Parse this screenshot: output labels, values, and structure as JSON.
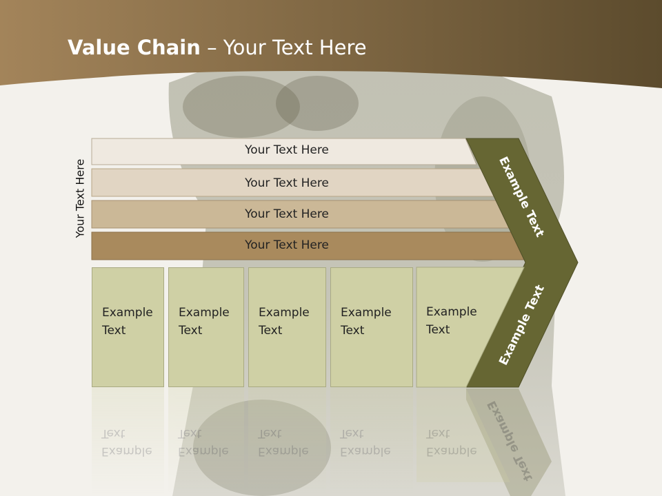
{
  "title": {
    "bold": "Value Chain",
    "rest": " – Your Text Here"
  },
  "side_label": "Your Text Here",
  "bars": [
    {
      "label": "Your Text Here",
      "color": "#efe9e0"
    },
    {
      "label": "Your Text Here",
      "color": "#e1d5c3"
    },
    {
      "label": "Your Text Here",
      "color": "#cbb897"
    },
    {
      "label": "Your Text Here",
      "color": "#a98a5d"
    }
  ],
  "boxes": [
    {
      "line1": "Example",
      "line2": "Text"
    },
    {
      "line1": "Example",
      "line2": "Text"
    },
    {
      "line1": "Example",
      "line2": "Text"
    },
    {
      "line1": "Example",
      "line2": "Text"
    },
    {
      "line1": "Example",
      "line2": "Text"
    }
  ],
  "chevron": {
    "upper": "Example Text",
    "lower": "Example Text",
    "color": "#666633"
  },
  "colors": {
    "header_left": "#9f8151",
    "header_right": "#5a4a2c",
    "box_fill": "#cfd0a5"
  }
}
